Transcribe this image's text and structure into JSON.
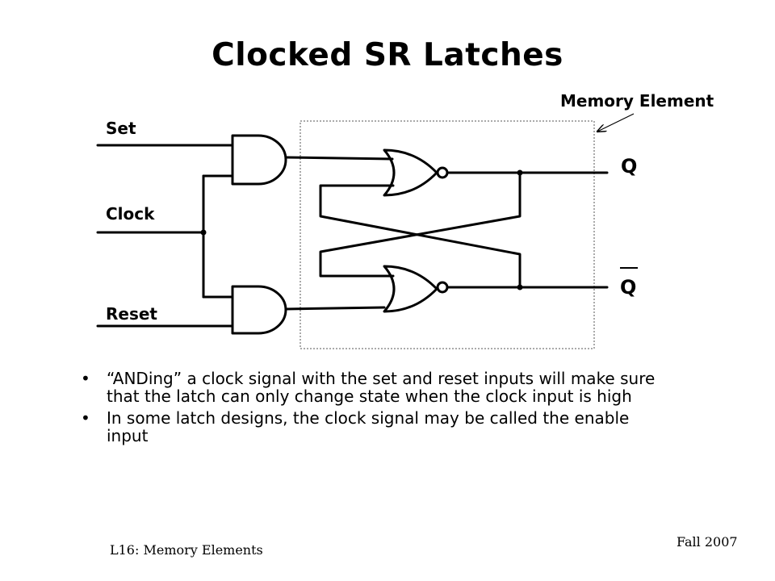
{
  "title": "Clocked SR Latches",
  "diagram": {
    "inputs": {
      "set": "Set",
      "clock": "Clock",
      "reset": "Reset"
    },
    "outputs": {
      "q": "Q",
      "q_bar": "Q"
    },
    "memory_label": "Memory Element"
  },
  "bullets": [
    "“ANDing” a clock signal with the set and reset inputs will make sure that the latch can only change state when the clock input is high",
    "In some latch designs, the clock signal may be called the enable input"
  ],
  "footer": {
    "left": "L16: Memory Elements",
    "right": "Fall 2007"
  }
}
